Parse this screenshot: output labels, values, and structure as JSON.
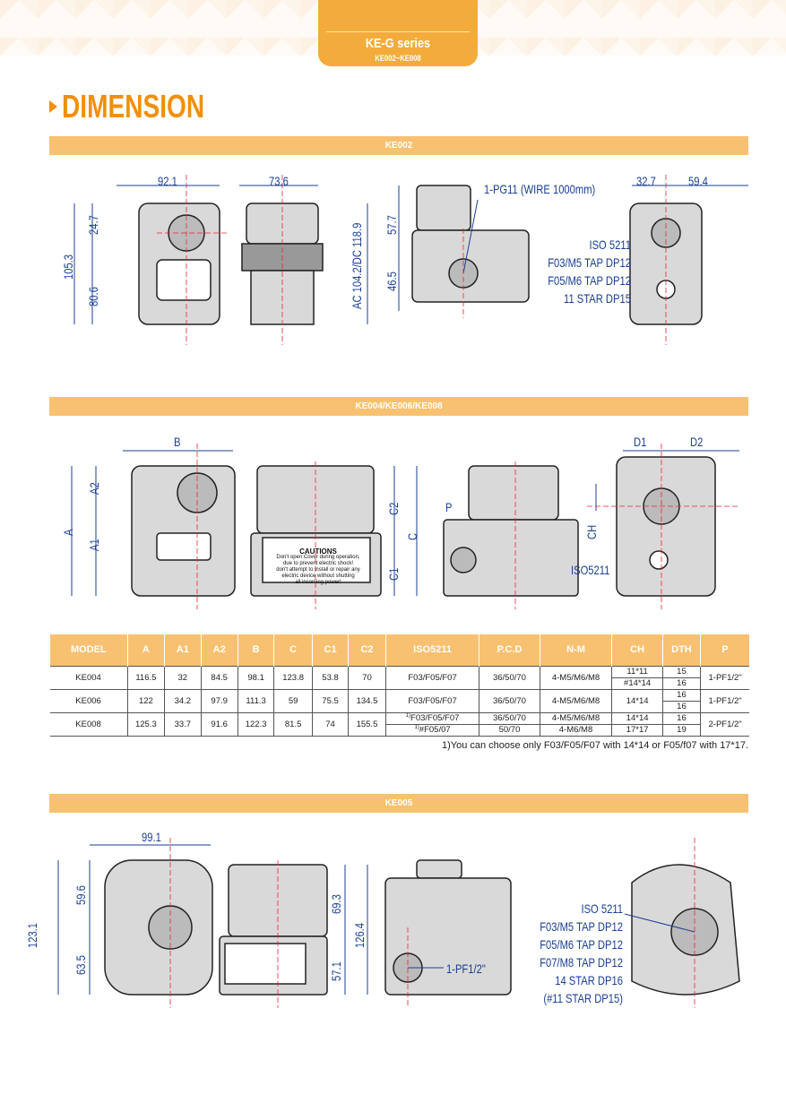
{
  "header": {
    "series": "KE-G series",
    "range": "KE002~KE008",
    "title": "DIMENSION"
  },
  "colors": {
    "accent": "#f3ac3b",
    "bar": "#f8c171",
    "label": "#1a3f95"
  },
  "sections": {
    "ke002": {
      "bar": "KE002",
      "dims": {
        "width_front": "92.1",
        "a2": "24.7",
        "height": "105.3",
        "a1": "80.6",
        "width_side": "73.6",
        "side_height": "AC 104.2/DC 118.9",
        "top": "57.7",
        "bottom": "46.5",
        "wire": "1-PG11 (WIRE 1000mm)",
        "d1": "32.7",
        "d2": "59.4"
      },
      "notes": [
        "ISO 5211",
        "F03/M5 TAP DP12",
        "F05/M6 TAP DP12",
        "11 STAR DP15"
      ]
    },
    "ke004": {
      "bar": "KE004/KE006/KE008",
      "dims": {
        "b": "B",
        "a2": "A2",
        "a": "A",
        "a1": "A1",
        "c2": "C2",
        "c": "C",
        "c1": "C1",
        "p": "P",
        "d1": "D1",
        "d2": "D2",
        "ch": "CH",
        "iso": "ISO5211"
      },
      "caution": {
        "title": "CAUTIONS",
        "text": [
          "Don't open Cover during operation,",
          "due to prevent electric shock!",
          "don't attempt to install or repair any",
          "electric device without shutting",
          "all incoming power!"
        ]
      }
    },
    "ke005": {
      "bar": "KE005",
      "dims": {
        "width": "99.1",
        "height": "123.1",
        "a2": "59.6",
        "a1": "63.5",
        "c2": "69.3",
        "c": "126.4",
        "c1": "57.1",
        "port": "1-PF1/2\""
      },
      "notes": [
        "ISO 5211",
        "F03/M5 TAP DP12",
        "F05/M6 TAP DP12",
        "F07/M8 TAP DP12",
        "14 STAR DP16",
        "(#11 STAR DP15)"
      ]
    }
  },
  "table": {
    "headers": [
      "MODEL",
      "A",
      "A1",
      "A2",
      "B",
      "C",
      "C1",
      "C2",
      "ISO5211",
      "P.C.D",
      "N-M",
      "CH",
      "DTH",
      "P"
    ],
    "ke004": {
      "model": "KE004",
      "a": "116.5",
      "a1": "32",
      "a2": "84.5",
      "b": "98.1",
      "c": "123.8",
      "c1": "53.8",
      "c2": "70",
      "iso": "F03/F05/F07",
      "pcd": "36/50/70",
      "nm": "4-M5/M6/M8",
      "ch": [
        "11*11",
        "#14*14"
      ],
      "dth": [
        "15",
        "16"
      ],
      "p": "1-PF1/2\""
    },
    "ke006": {
      "model": "KE006",
      "a": "122",
      "a1": "34.2",
      "a2": "97.9",
      "b": "111.3",
      "c": "59",
      "c1": "75.5",
      "c2": "134.5",
      "iso": "F03/F05/F07",
      "pcd": "36/50/70",
      "nm": "4-M5/M6/M8",
      "ch": "14*14",
      "dth": [
        "16",
        "16"
      ],
      "p": "1-PF1/2\""
    },
    "ke008": {
      "model": "KE008",
      "a": "125.3",
      "a1": "33.7",
      "a2": "91.6",
      "b": "122.3",
      "c": "81.5",
      "c1": "74",
      "c2": "155.5",
      "sup": "1)",
      "iso": [
        "F03/F05/F07",
        "#F05/07"
      ],
      "pcd": [
        "36/50/70",
        "50/70"
      ],
      "nm": [
        "4-M5/M6/M8",
        "4-M6/M8"
      ],
      "ch": [
        "14*14",
        "17*17"
      ],
      "dth": [
        "16",
        "19"
      ],
      "p": "2-PF1/2\""
    },
    "note": "1)You can choose only F03/F05/F07 with 14*14 or F05/f07 with 17*17."
  }
}
